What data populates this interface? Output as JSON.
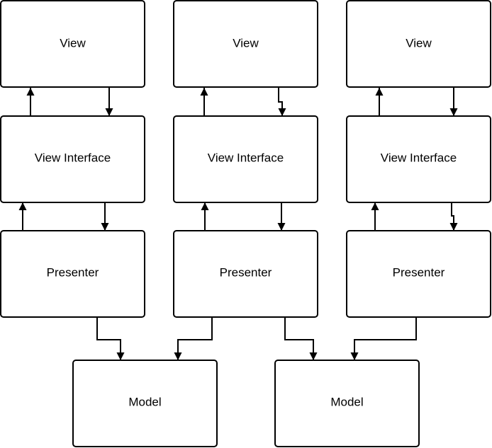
{
  "diagram": {
    "line_color": "#000000",
    "box_fill": "#ffffff",
    "columns": [
      {
        "view_label": "View",
        "interface_label": "View Interface",
        "presenter_label": "Presenter"
      },
      {
        "view_label": "View",
        "interface_label": "View Interface",
        "presenter_label": "Presenter"
      },
      {
        "view_label": "View",
        "interface_label": "View Interface",
        "presenter_label": "Presenter"
      }
    ],
    "models": [
      {
        "label": "Model"
      },
      {
        "label": "Model"
      }
    ],
    "edges": [
      {
        "from": "view-interface-1",
        "to": "view-1"
      },
      {
        "from": "view-1",
        "to": "view-interface-1"
      },
      {
        "from": "presenter-1",
        "to": "view-interface-1"
      },
      {
        "from": "view-interface-1",
        "to": "presenter-1"
      },
      {
        "from": "view-interface-2",
        "to": "view-2"
      },
      {
        "from": "view-2",
        "to": "view-interface-2"
      },
      {
        "from": "presenter-2",
        "to": "view-interface-2"
      },
      {
        "from": "view-interface-2",
        "to": "presenter-2"
      },
      {
        "from": "view-interface-3",
        "to": "view-3"
      },
      {
        "from": "view-3",
        "to": "view-interface-3"
      },
      {
        "from": "presenter-3",
        "to": "view-interface-3"
      },
      {
        "from": "view-interface-3",
        "to": "presenter-3"
      },
      {
        "from": "presenter-1",
        "to": "model-1"
      },
      {
        "from": "presenter-2",
        "to": "model-1"
      },
      {
        "from": "presenter-2",
        "to": "model-2"
      },
      {
        "from": "presenter-3",
        "to": "model-2"
      }
    ]
  }
}
